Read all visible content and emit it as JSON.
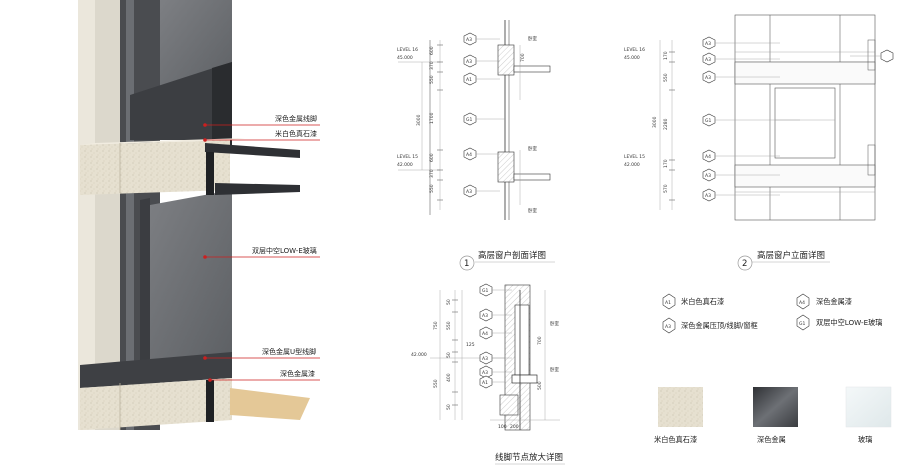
{
  "callouts": {
    "c1": "深色金属线脚",
    "c2": "米白色真石漆",
    "c3": "双层中空LOW-E玻璃",
    "c4": "深色金属U型线脚",
    "c5": "深色金属漆"
  },
  "section": {
    "number": "1",
    "title": "高层窗户剖面详图",
    "level_top": "LEVEL 16",
    "elev_top": "45.000",
    "level_bot": "LEVEL 15",
    "elev_bot": "42.000",
    "dims": [
      "600",
      "370",
      "550",
      "1700",
      "600",
      "370",
      "550",
      "3000",
      "700"
    ],
    "room_labels": [
      "卧室",
      "卧室",
      "卧室"
    ],
    "tags": [
      "A3",
      "A3",
      "A1",
      "G1",
      "A4",
      "A3"
    ]
  },
  "elevation": {
    "number": "2",
    "title": "高层窗户立面详图",
    "level_top": "LEVEL 16",
    "elev_top": "45.000",
    "level_bot": "LEVEL 15",
    "elev_bot": "42.000",
    "dims": [
      "170",
      "550",
      "2280",
      "3000",
      "170",
      "570"
    ],
    "tags": [
      "A3",
      "A3",
      "A3",
      "G1",
      "A4",
      "A3",
      "A3"
    ]
  },
  "node": {
    "title": "线脚节点放大详图",
    "level": "42.000",
    "dims": [
      "50",
      "750",
      "550",
      "125",
      "50",
      "400",
      "550",
      "50",
      "100",
      "200",
      "700",
      "500"
    ],
    "tags": [
      "G1",
      "A3",
      "A4",
      "A3",
      "A3",
      "A1"
    ],
    "room_labels": [
      "卧室",
      "卧室"
    ]
  },
  "legend": [
    {
      "code": "A1",
      "label": "米白色真石漆"
    },
    {
      "code": "A4",
      "label": "深色金属漆"
    },
    {
      "code": "A3",
      "label": "深色金属压顶/线脚/窗框"
    },
    {
      "code": "G1",
      "label": "双层中空LOW-E玻璃"
    }
  ],
  "swatches": [
    {
      "label": "米白色真石漆",
      "color": "#e7e1d2"
    },
    {
      "label": "深色金属",
      "color": "#4a4d52"
    },
    {
      "label": "玻璃",
      "color": "#e8eef0"
    }
  ],
  "colors": {
    "callout_red": "#cc1f1f",
    "hex_stroke": "#333333"
  }
}
